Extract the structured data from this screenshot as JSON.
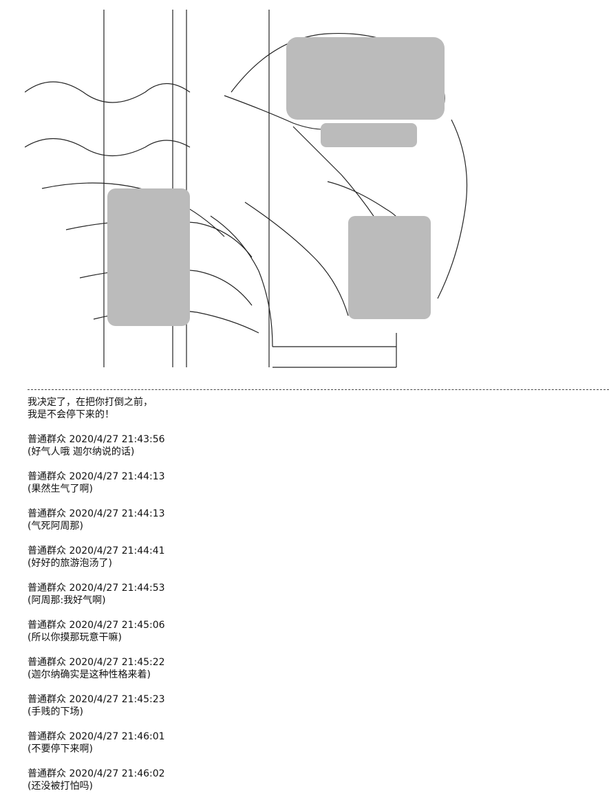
{
  "intro_text": [
    "我决定了，在把你打倒之前，",
    "我是不会停下来的！"
  ],
  "comments": [
    {
      "author": "普通群众",
      "time": "2020/4/27 21:43:56",
      "text": "(好气人哦 迦尔纳说的话)"
    },
    {
      "author": "普通群众",
      "time": "2020/4/27 21:44:13",
      "text": "(果然生气了啊)"
    },
    {
      "author": "普通群众",
      "time": "2020/4/27 21:44:13",
      "text": "(气死阿周那)"
    },
    {
      "author": "普通群众",
      "time": "2020/4/27 21:44:41",
      "text": "(好好的旅游泡汤了)"
    },
    {
      "author": "普通群众",
      "time": "2020/4/27 21:44:53",
      "text": "(阿周那:我好气啊)"
    },
    {
      "author": "普通群众",
      "time": "2020/4/27 21:45:06",
      "text": "(所以你摸那玩意干嘛)"
    },
    {
      "author": "普通群众",
      "time": "2020/4/27 21:45:22",
      "text": "(迦尔纳确实是这种性格来着)"
    },
    {
      "author": "普通群众",
      "time": "2020/4/27 21:45:23",
      "text": "(手贱的下场)"
    },
    {
      "author": "普通群众",
      "time": "2020/4/27 21:46:01",
      "text": "(不要停下来啊)"
    },
    {
      "author": "普通群众",
      "time": "2020/4/27 21:46:02",
      "text": "(还没被打怕吗)"
    }
  ]
}
